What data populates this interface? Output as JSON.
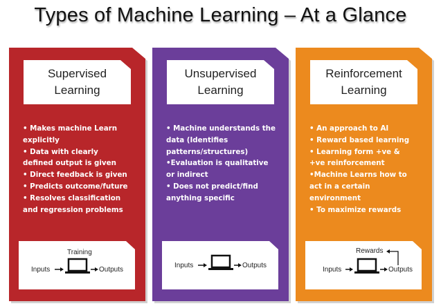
{
  "title": "Types of Machine Learning – At a Glance",
  "colors": {
    "supervised": "#b8262a",
    "unsupervised": "#6b3e9a",
    "reinforcement": "#ec8a1e"
  },
  "cards": [
    {
      "heading": [
        "Supervised",
        "Learning"
      ],
      "bullets": [
        "• Makes machine Learn",
        "explicitly",
        "• Data with clearly",
        "defined output is given",
        "• Direct feedback is given",
        "• Predicts outcome/future",
        "• Resolves classification",
        "and regression problems"
      ],
      "diagram": {
        "top_label": "Training",
        "left": "Inputs",
        "right": "Outputs"
      }
    },
    {
      "heading": [
        "Unsupervised",
        "Learning"
      ],
      "bullets": [
        "• Machine understands the",
        "data (Identifies",
        "patterns/structures)",
        "•Evaluation is qualitative",
        "or indirect",
        "• Does not  predict/find",
        "anything specific"
      ],
      "diagram": {
        "left": "Inputs",
        "right": "Outputs"
      }
    },
    {
      "heading": [
        "Reinforcement",
        "Learning"
      ],
      "bullets": [
        "• An approach to AI",
        "• Reward based learning",
        "• Learning form +ve &",
        "+ve reinforcement",
        "•Machine Learns how to",
        "act in a certain",
        "environment",
        "• To maximize rewards"
      ],
      "diagram": {
        "top_label": "Rewards",
        "left": "Inputs",
        "right": "Outputs"
      }
    }
  ]
}
